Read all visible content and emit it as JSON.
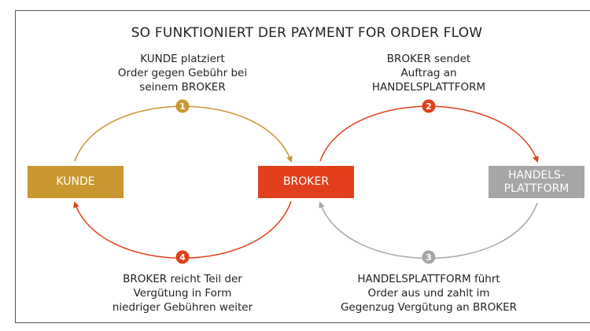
{
  "title": "SO FUNKTIONIERT DER PAYMENT FOR ORDER FLOW",
  "nodes": {
    "kunde": "KUNDE",
    "broker": "BROKER",
    "plattform_line1": "HANDELS-",
    "plattform_line2": "PLATTFORM"
  },
  "steps": [
    {
      "number": "1",
      "lines": [
        "KUNDE platziert",
        "Order gegen Gebühr bei",
        "seinem BROKER"
      ],
      "color": "#c9972f"
    },
    {
      "number": "2",
      "lines": [
        "BROKER sendet",
        "Auftrag an",
        "HANDELSPLATTFORM"
      ],
      "color": "#e2401c"
    },
    {
      "number": "3",
      "lines": [
        "HANDELSPLATTFORM führt",
        "Order aus und zahlt im",
        "Gegenzug Vergütung an BROKER"
      ],
      "color": "#a6a6a6"
    },
    {
      "number": "4",
      "lines": [
        "BROKER reicht Teil der",
        "Vergütung in Form",
        "niedriger Gebühren weiter"
      ],
      "color": "#e2401c"
    }
  ],
  "colors": {
    "kunde": "#c9972f",
    "broker": "#e2401c",
    "plattform": "#a6a6a6"
  }
}
